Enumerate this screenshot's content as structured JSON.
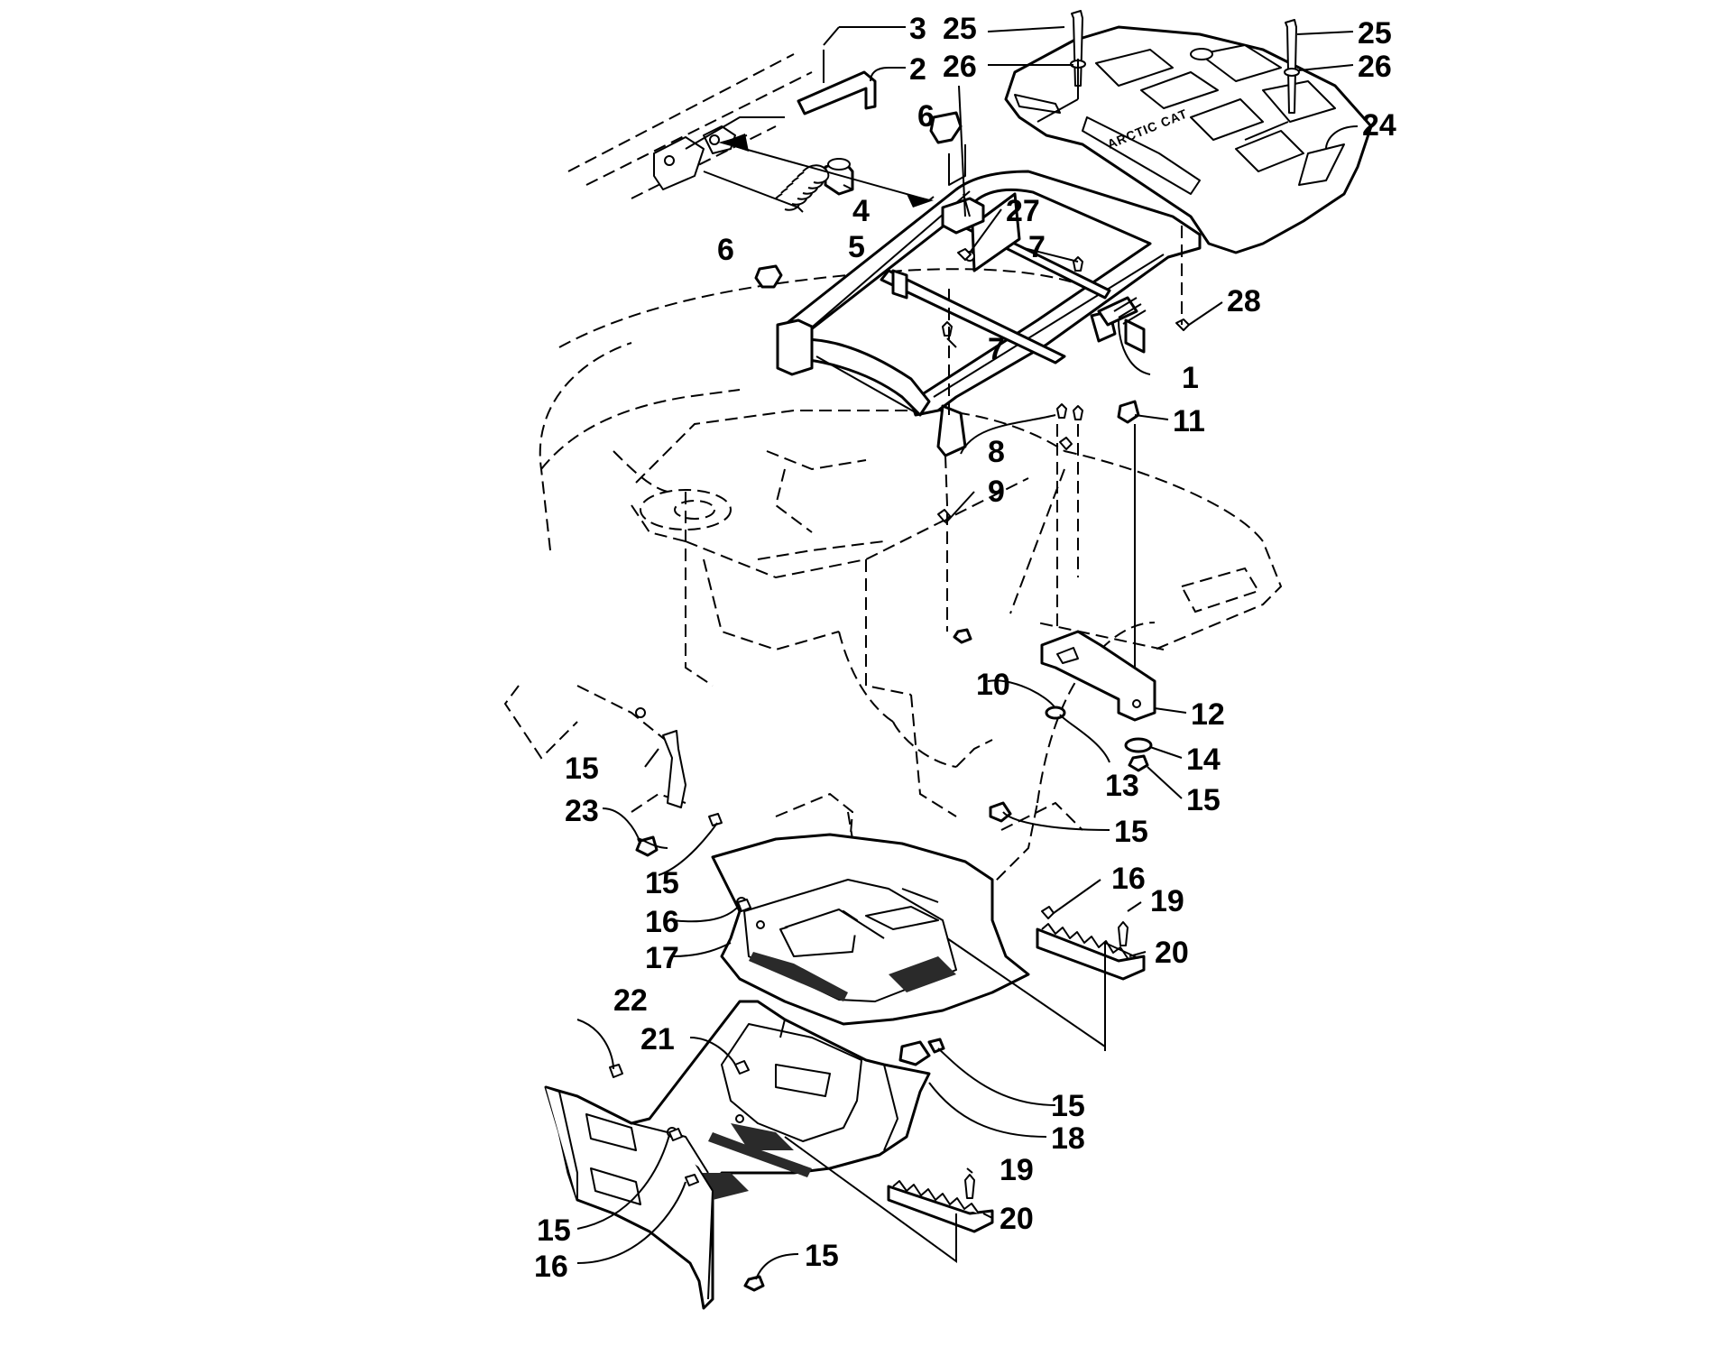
{
  "callouts": [
    {
      "id": "c1",
      "label": "1"
    },
    {
      "id": "c2",
      "label": "2"
    },
    {
      "id": "c3",
      "label": "3"
    },
    {
      "id": "c4",
      "label": "4"
    },
    {
      "id": "c5",
      "label": "5"
    },
    {
      "id": "c6a",
      "label": "6"
    },
    {
      "id": "c6b",
      "label": "6"
    },
    {
      "id": "c7a",
      "label": "7"
    },
    {
      "id": "c7b",
      "label": "7"
    },
    {
      "id": "c8",
      "label": "8"
    },
    {
      "id": "c9",
      "label": "9"
    },
    {
      "id": "c10",
      "label": "10"
    },
    {
      "id": "c11",
      "label": "11"
    },
    {
      "id": "c12",
      "label": "12"
    },
    {
      "id": "c13",
      "label": "13"
    },
    {
      "id": "c14",
      "label": "14"
    },
    {
      "id": "c15a",
      "label": "15"
    },
    {
      "id": "c15b",
      "label": "15"
    },
    {
      "id": "c15c",
      "label": "15"
    },
    {
      "id": "c15d",
      "label": "15"
    },
    {
      "id": "c15e",
      "label": "15"
    },
    {
      "id": "c15f",
      "label": "15"
    },
    {
      "id": "c15g",
      "label": "15"
    },
    {
      "id": "c16a",
      "label": "16"
    },
    {
      "id": "c16b",
      "label": "16"
    },
    {
      "id": "c16c",
      "label": "16"
    },
    {
      "id": "c17",
      "label": "17"
    },
    {
      "id": "c18",
      "label": "18"
    },
    {
      "id": "c19a",
      "label": "19"
    },
    {
      "id": "c19b",
      "label": "19"
    },
    {
      "id": "c20a",
      "label": "20"
    },
    {
      "id": "c20b",
      "label": "20"
    },
    {
      "id": "c21",
      "label": "21"
    },
    {
      "id": "c22",
      "label": "22"
    },
    {
      "id": "c23",
      "label": "23"
    },
    {
      "id": "c24",
      "label": "24"
    },
    {
      "id": "c25a",
      "label": "25"
    },
    {
      "id": "c25b",
      "label": "25"
    },
    {
      "id": "c26a",
      "label": "26"
    },
    {
      "id": "c26b",
      "label": "26"
    },
    {
      "id": "c27",
      "label": "27"
    },
    {
      "id": "c28",
      "label": "28"
    }
  ],
  "embossed_text": "ARCTIC CAT"
}
